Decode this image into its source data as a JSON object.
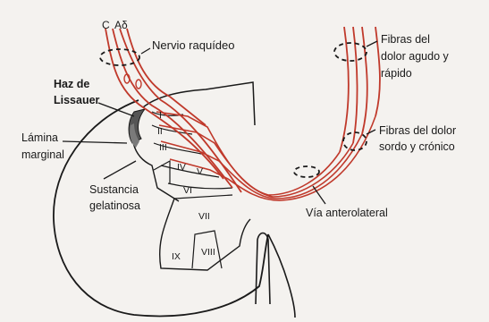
{
  "labels": {
    "fiber_c": "C",
    "fiber_adelta": "Aδ",
    "nervio": "Nervio raquídeo",
    "haz_1": "Haz de",
    "haz_2": "Lissauer",
    "lamina_1": "Lámina",
    "lamina_2": "marginal",
    "sustancia_1": "Sustancia",
    "sustancia_2": "gelatinosa",
    "agudo_1": "Fibras del",
    "agudo_2": "dolor agudo y",
    "agudo_3": "rápido",
    "sordo_1": "Fibras del dolor",
    "sordo_2": "sordo y crónico",
    "via": "Vía anterolateral"
  },
  "laminae": [
    "I",
    "II",
    "III",
    "IV",
    "V",
    "VI",
    "VII",
    "VIII",
    "IX"
  ],
  "colors": {
    "fiber": "#c0392b",
    "outline": "#1a1a1a",
    "dark_fill": "#555555",
    "background": "#f4f2ef"
  }
}
